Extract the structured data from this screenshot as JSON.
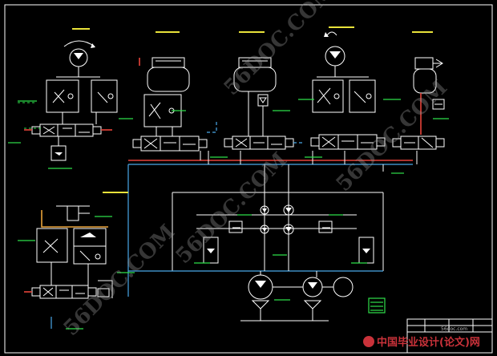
{
  "colors": {
    "background": "#000000",
    "component": "#ffffff",
    "pressure_line": "#e8433a",
    "return_line": "#4aa8e8",
    "pilot_line": "#2ee04a",
    "caption": "#e8e23a",
    "logo": "#c9323a"
  },
  "watermark": {
    "text": "56DOC.COM"
  },
  "branding": {
    "logo_text": "中国毕业设计(论文)网",
    "url_text": "56doc.com"
  }
}
